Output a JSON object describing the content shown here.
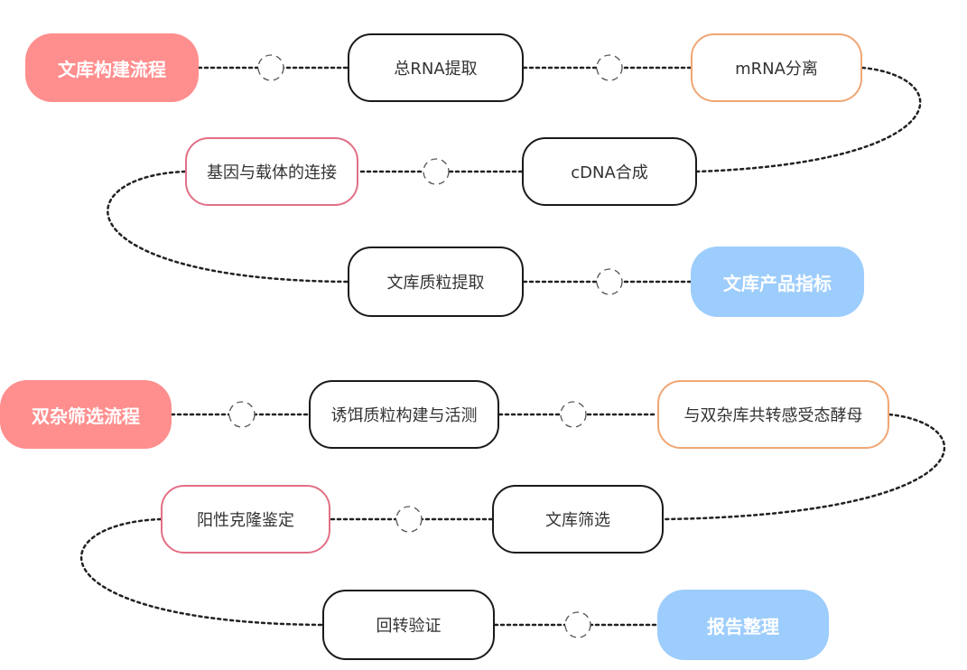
{
  "flow1": {
    "start": "文库构建流程",
    "step1": "总RNA提取",
    "step2": "mRNA分离",
    "step3": "cDNA合成",
    "step4": "基因与载体的连接",
    "step5": "文库质粒提取",
    "end": "文库产品指标"
  },
  "flow2": {
    "start": "双杂筛选流程",
    "step1": "诱饵质粒构建与活测",
    "step2": "与双杂库共转感受态酵母",
    "step3": "文库筛选",
    "step4": "阳性克隆鉴定",
    "step5": "回转验证",
    "end": "报告整理"
  },
  "colors": {
    "start_fill": "#ff8e8e",
    "end_fill": "#9dcdfc",
    "orange_border": "#f0a673",
    "pink_border": "#e26f86",
    "black_border": "#1a1a1a"
  }
}
